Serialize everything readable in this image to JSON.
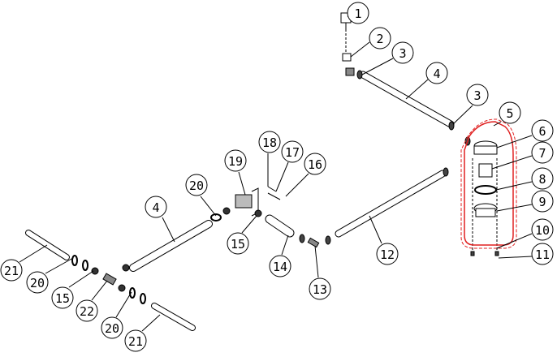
{
  "diagram": {
    "type": "exploded-parts-view",
    "highlight_color": "#e02020",
    "callouts": [
      "1",
      "2",
      "3",
      "4",
      "3",
      "5",
      "6",
      "7",
      "8",
      "9",
      "10",
      "11",
      "12",
      "13",
      "14",
      "15",
      "16",
      "17",
      "18",
      "19",
      "20",
      "4",
      "21",
      "20",
      "15",
      "22",
      "20",
      "21"
    ]
  }
}
